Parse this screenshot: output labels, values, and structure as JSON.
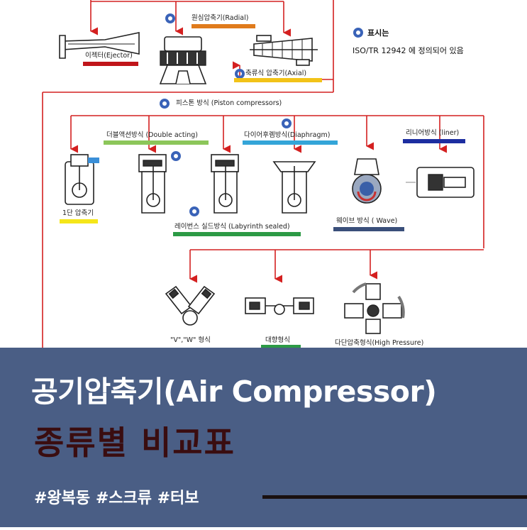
{
  "diagram": {
    "labels": {
      "ejector": "이젝터(Ejector)",
      "radial": "원심압축기(Radial)",
      "axial": "축류식 압축기(Axial)",
      "note_title": "표시는",
      "note_body": "ISO/TR 12942 에 정의되어 있음",
      "piston": "피스톤 방식 (Piston compressors)",
      "double_acting": "더블액션방식 (Double acting)",
      "diaphragm": "다이어후렘방식(Diaphragm)",
      "liner": "리니어방식 (liner)",
      "single_stage": "1단 압축기",
      "labyrinth": "레이번스 실드방식 (Labyrinth sealed)",
      "wave": "웨이브 방식 ( Wave)",
      "vw": "\"V\",\"W\" 형식",
      "opposed": "대향형식",
      "high_pressure": "다단압축형식(High Pressure)"
    },
    "colors": {
      "ejector": "#c0151a",
      "radial": "#e07b1c",
      "axial": "#f2c318",
      "double_acting": "#8cc65a",
      "diaphragm": "#34a5d8",
      "liner": "#1d2ea0",
      "single_stage": "#f5e61a",
      "labyrinth": "#2c9a45",
      "wave": "#3a4f7a",
      "opposed": "#2c9a45",
      "wire": "#d42020",
      "marker": "#3a63b8"
    },
    "icons": [
      "ejector-icon",
      "radial-compressor-icon",
      "axial-compressor-icon",
      "single-stage-icon",
      "double-acting-icon",
      "diaphragm-icon",
      "wave-icon",
      "liner-icon",
      "vw-type-icon",
      "opposed-type-icon",
      "high-pressure-icon",
      "iso-marker-icon"
    ]
  },
  "banner": {
    "title": "공기압축기(Air Compressor)",
    "subtitle": "종류별 비교표",
    "hashtags": "#왕복동 #스크류 #터보"
  }
}
